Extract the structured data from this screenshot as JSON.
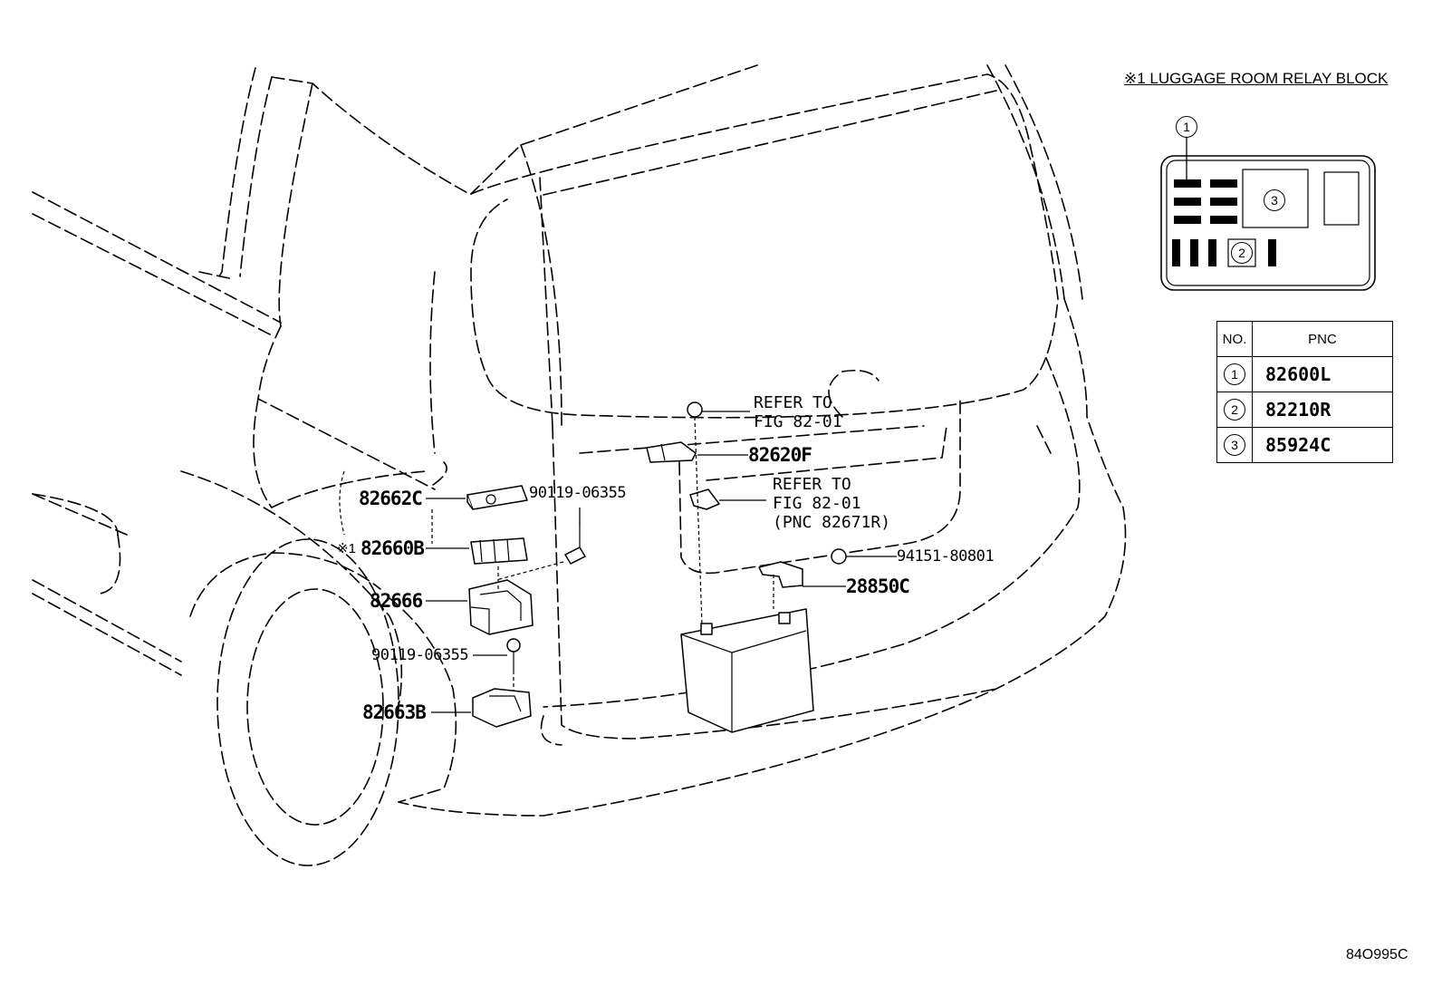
{
  "legend": {
    "title": "※1 LUGGAGE ROOM RELAY BLOCK",
    "markers": [
      "1",
      "2",
      "3"
    ]
  },
  "table": {
    "headers": [
      "NO.",
      "PNC"
    ],
    "rows": [
      {
        "no": "1",
        "pnc": "82600L"
      },
      {
        "no": "2",
        "pnc": "82210R"
      },
      {
        "no": "3",
        "pnc": "85924C"
      }
    ]
  },
  "callouts": {
    "p82662c": "82662C",
    "p82660b": "82660B",
    "p82660b_mark": "※1",
    "p82666": "82666",
    "p82663b": "82663B",
    "bolt_upper": "90119-06355",
    "bolt_lower": "90119-06355",
    "p82620f": "82620F",
    "p94151": "94151-80801",
    "p28850c": "28850C",
    "refer1_line1": "REFER TO",
    "refer1_line2": "FIG 82-01",
    "refer2_line1": "REFER TO",
    "refer2_line2": "FIG 82-01",
    "refer2_line3": "(PNC 82671R)"
  },
  "diagram_id": "84O995C"
}
